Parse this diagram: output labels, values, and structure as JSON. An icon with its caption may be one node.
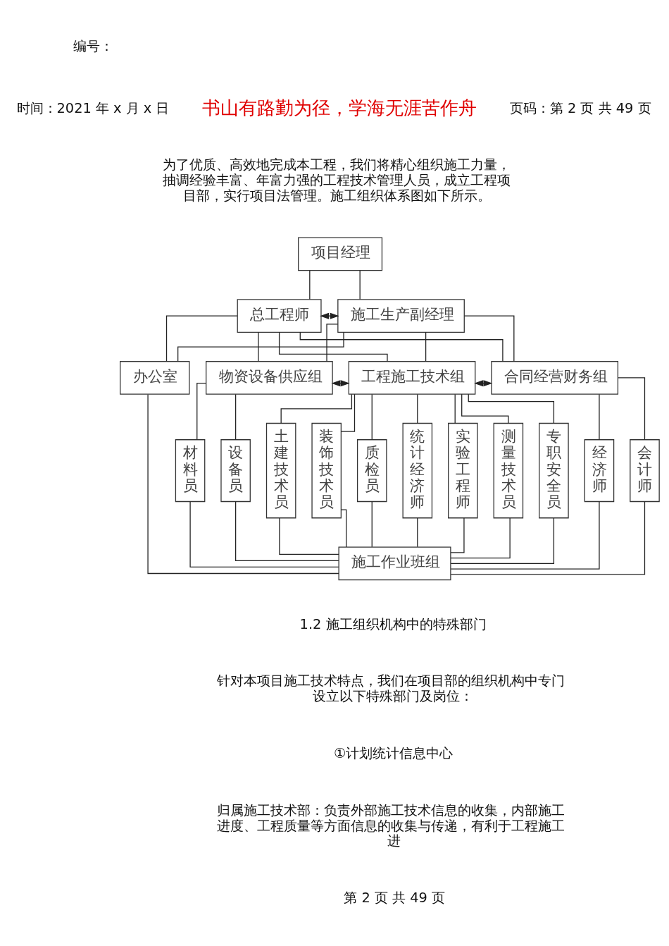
{
  "diagram": {
    "nodes": [
      {
        "text": [
          "项目经理"
        ]
      },
      {
        "text": [
          "总工程师"
        ]
      },
      {
        "text": [
          "施工生产副经理"
        ]
      },
      {
        "text": [
          "办公室"
        ]
      },
      {
        "text": [
          "物资设备供应组"
        ]
      },
      {
        "text": [
          "工程施工技术组"
        ]
      },
      {
        "text": [
          "合同经营财务组"
        ]
      },
      {
        "text": [
          "材料员"
        ]
      },
      {
        "text": [
          "设备员"
        ]
      },
      {
        "text": [
          "土建技术员"
        ]
      },
      {
        "text": [
          "装饰技术员"
        ]
      },
      {
        "text": [
          "质检员"
        ]
      },
      {
        "text": [
          "统计经济师"
        ]
      },
      {
        "text": [
          "实验工程师"
        ]
      },
      {
        "text": [
          "测量技术员"
        ]
      },
      {
        "text": [
          "专职安全员"
        ]
      },
      {
        "text": [
          "经济师"
        ]
      },
      {
        "text": [
          "会计师"
        ]
      },
      {
        "text": [
          "施工作业班组"
        ]
      }
    ],
    "edges": [
      {
        "from": 0,
        "to": 1,
        "arrow": "none"
      },
      {
        "from": 0,
        "to": 2,
        "arrow": "none"
      },
      {
        "from": 1,
        "to": 2,
        "arrow": "both",
        "style": "dashed"
      },
      {
        "from": 1,
        "to": 3,
        "arrow": "none"
      },
      {
        "from": 1,
        "to": 4,
        "arrow": "none"
      },
      {
        "from": 1,
        "to": 5,
        "arrow": "none"
      },
      {
        "from": 1,
        "to": 6,
        "arrow": "none"
      },
      {
        "from": 2,
        "to": 3,
        "arrow": "none"
      },
      {
        "from": 2,
        "to": 4,
        "arrow": "none"
      },
      {
        "from": 2,
        "to": 5,
        "arrow": "none"
      },
      {
        "from": 2,
        "to": 6,
        "arrow": "none"
      },
      {
        "from": 4,
        "to": 5,
        "arrow": "both",
        "style": "dashed"
      },
      {
        "from": 5,
        "to": 6,
        "arrow": "both"
      },
      {
        "from": 4,
        "to": 7,
        "arrow": "none"
      },
      {
        "from": 4,
        "to": 8,
        "arrow": "none"
      },
      {
        "from": 5,
        "to": 9,
        "arrow": "none"
      },
      {
        "from": 5,
        "to": 10,
        "arrow": "none"
      },
      {
        "from": 5,
        "to": 11,
        "arrow": "none"
      },
      {
        "from": 5,
        "to": 12,
        "arrow": "none"
      },
      {
        "from": 5,
        "to": 13,
        "arrow": "none"
      },
      {
        "from": 5,
        "to": 14,
        "arrow": "none"
      },
      {
        "from": 5,
        "to": 15,
        "arrow": "none"
      },
      {
        "from": 6,
        "to": 16,
        "arrow": "none"
      },
      {
        "from": 6,
        "to": 17,
        "arrow": "none"
      },
      {
        "from": 3,
        "to": 18,
        "arrow": "none"
      },
      {
        "from": 7,
        "to": 18,
        "arrow": "none"
      },
      {
        "from": 8,
        "to": 18,
        "arrow": "none"
      },
      {
        "from": 9,
        "to": 18,
        "arrow": "none"
      },
      {
        "from": 10,
        "to": 18,
        "arrow": "none"
      },
      {
        "from": 11,
        "to": 18,
        "arrow": "none"
      },
      {
        "from": 12,
        "to": 18,
        "arrow": "none"
      },
      {
        "from": 13,
        "to": 18,
        "arrow": "none"
      },
      {
        "from": 14,
        "to": 18,
        "arrow": "none"
      },
      {
        "from": 15,
        "to": 18,
        "arrow": "none"
      },
      {
        "from": 16,
        "to": 18,
        "arrow": "none"
      },
      {
        "from": 17,
        "to": 18,
        "arrow": "none"
      }
    ],
    "labels": [
      "编号：",
      "时间：2021 年 x 月 x 日",
      "书山有路勤为径，学海无涯苦作舟",
      "页码：第 2 页 共 49 页",
      "为了优质、高效地完成本工程，我们将精心组织施工力量，抽调经验丰富、年富力强的工程技术管理人员，成立工程项目部，实行项目法管理。施工组织体系图如下所示。",
      "1.2 施工组织机构中的特殊部门",
      "针对本项目施工技术特点，我们在项目部的组织机构中专门设立以下特殊部门及岗位：",
      "①计划统计信息中心",
      "归属施工技术部：负责外部施工技术信息的收集，内部施工进度、工程质量等方面信息的收集与传递，有利于工程施工进",
      "第 2 页 共 49 页"
    ]
  }
}
